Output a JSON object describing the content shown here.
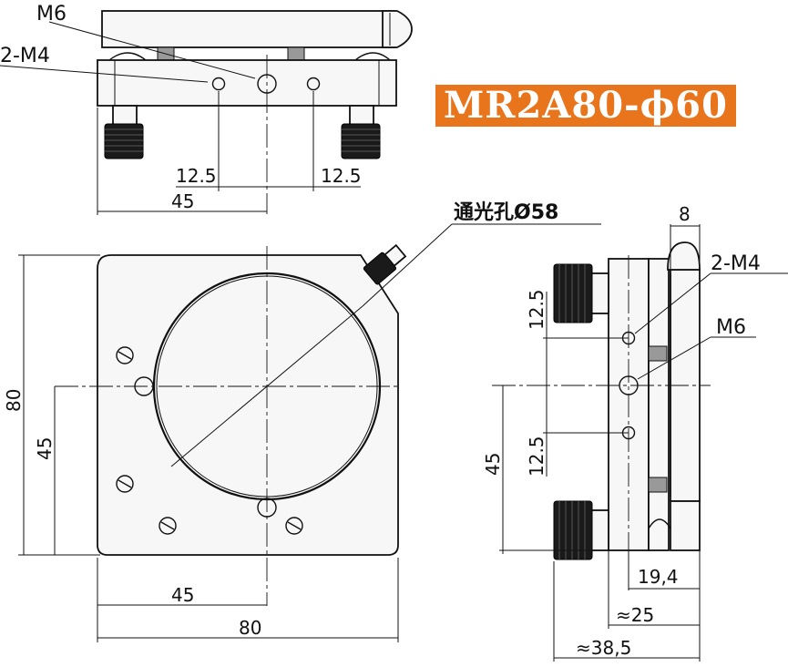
{
  "title": "MR2A80-ϕ60",
  "labels": {
    "m6": "M6",
    "two_m4": "2-M4",
    "aperture": "通光孔Ø58"
  },
  "dimensions": {
    "top_left_12_5": "12.5",
    "top_right_12_5": "12.5",
    "top_45": "45",
    "front_80_vertical": "80",
    "front_45_vertical": "45",
    "front_45_horizontal": "45",
    "front_80_horizontal": "80",
    "side_8": "8",
    "side_12_5_upper": "12.5",
    "side_12_5_lower": "12.5",
    "side_45": "45",
    "side_19_4": "19,4",
    "side_25": "≈25",
    "side_38_5": "≈38,5"
  },
  "colors": {
    "title_bg": "#e8751c",
    "title_fg": "#ffffff",
    "line": "#111111"
  }
}
